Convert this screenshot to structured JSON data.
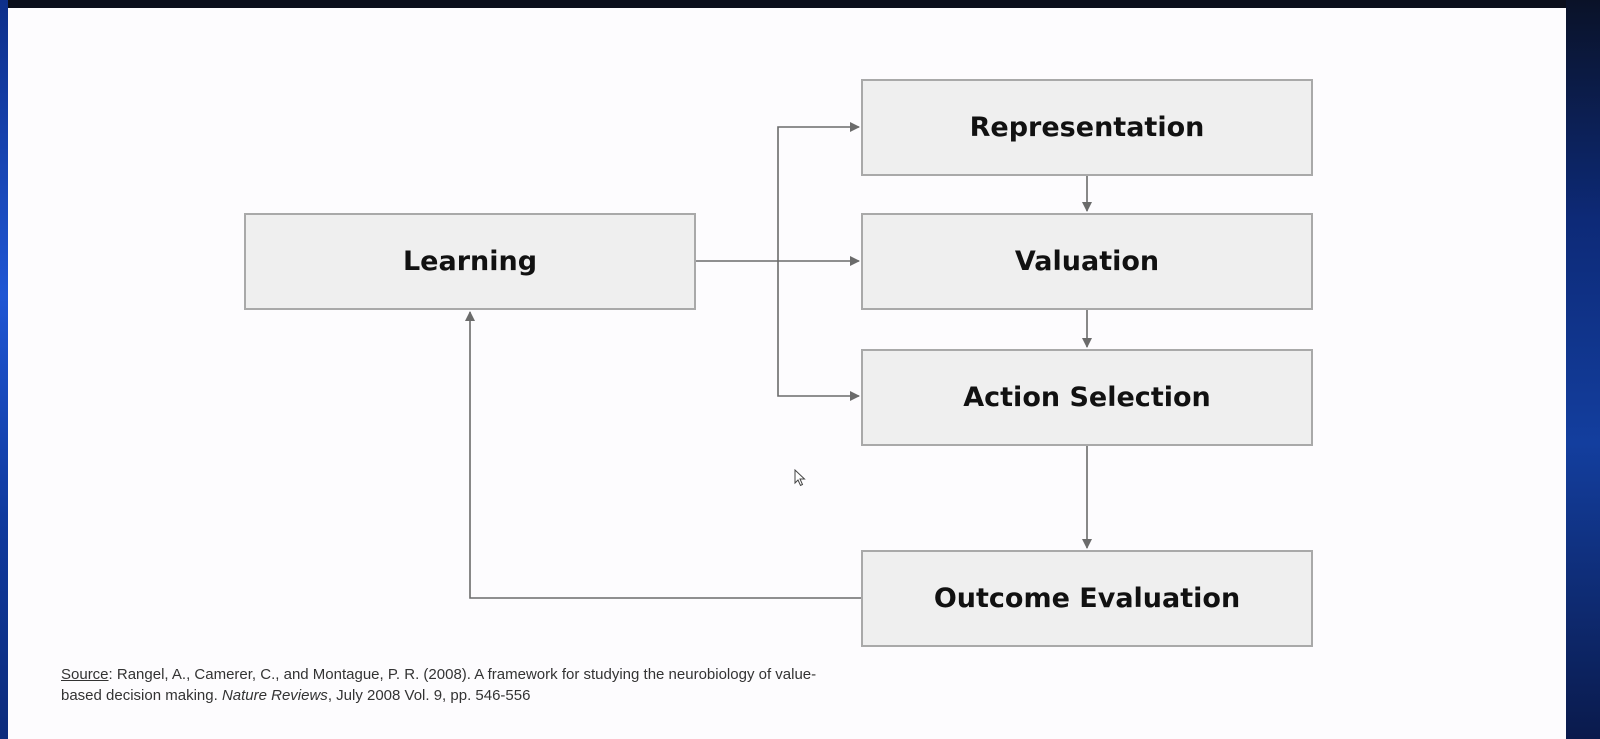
{
  "diagram": {
    "nodes": {
      "learning": "Learning",
      "representation": "Representation",
      "valuation": "Valuation",
      "action_selection": "Action Selection",
      "outcome_evaluation": "Outcome Evaluation"
    },
    "edges": [
      {
        "from": "Learning",
        "to": "Representation"
      },
      {
        "from": "Learning",
        "to": "Valuation"
      },
      {
        "from": "Learning",
        "to": "Action Selection"
      },
      {
        "from": "Representation",
        "to": "Valuation"
      },
      {
        "from": "Valuation",
        "to": "Action Selection"
      },
      {
        "from": "Action Selection",
        "to": "Outcome Evaluation"
      },
      {
        "from": "Outcome Evaluation",
        "to": "Learning"
      }
    ]
  },
  "source": {
    "label": "Source",
    "text1": ": Rangel, A., Camerer, C., and Montague, P. R. (2008). A framework for studying the neurobiology of value-based decision making. ",
    "journal": "Nature Reviews",
    "text2": ", July 2008 Vol. 9, pp. 546-556"
  },
  "colors": {
    "box_fill": "#efefef",
    "box_border": "#a9a9a9",
    "arrow": "#6b6b6b",
    "background": "#fdfcfe"
  }
}
